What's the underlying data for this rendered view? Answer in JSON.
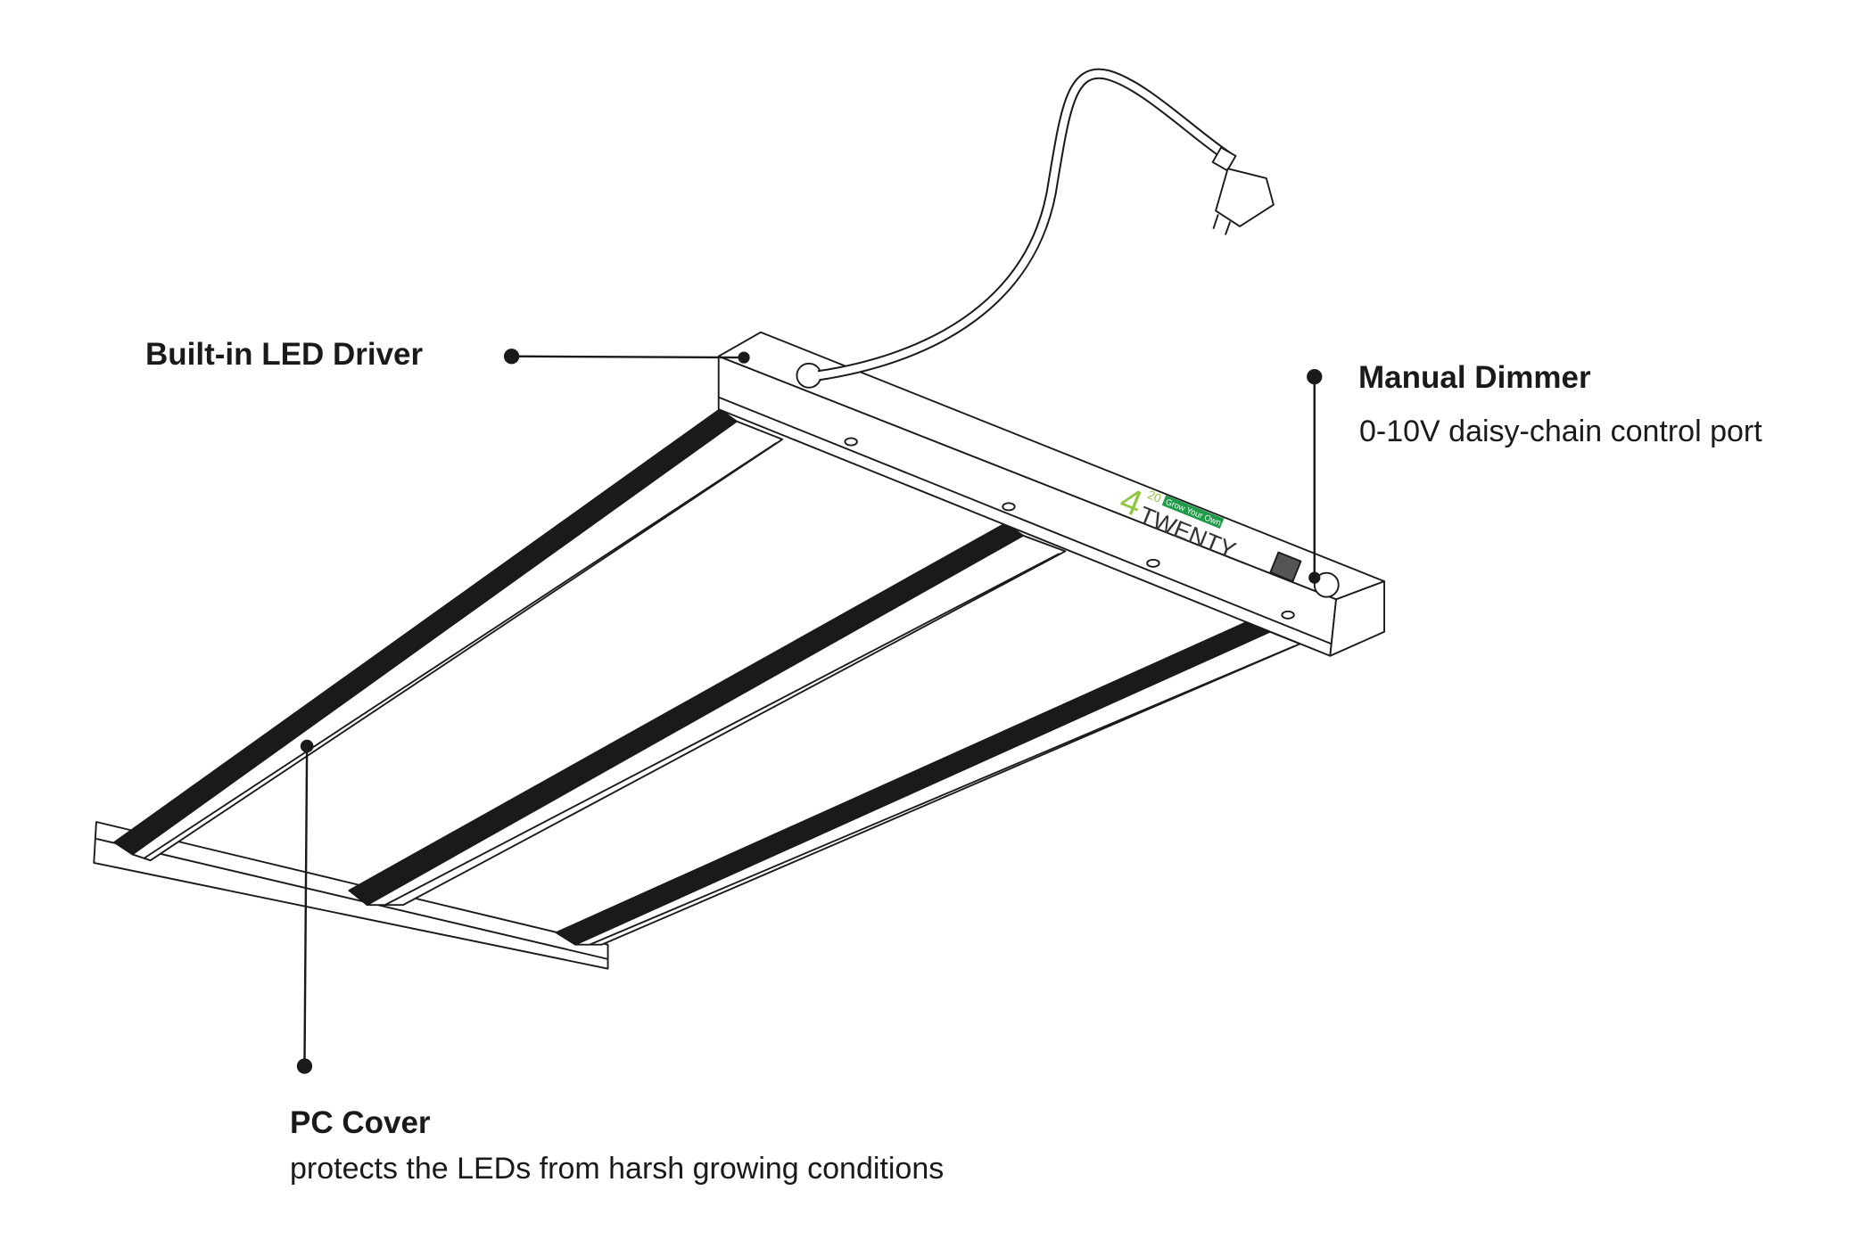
{
  "callouts": {
    "driver": {
      "title": "Built-in LED Driver"
    },
    "dimmer": {
      "title": "Manual Dimmer",
      "description": "0-10V daisy-chain control port"
    },
    "cover": {
      "title": "PC Cover",
      "description": "protects the LEDs from harsh growing conditions"
    }
  },
  "logo": {
    "number": "4",
    "superscript": "20",
    "tagline": "Grow Your Own Way",
    "wordmark": "TWENTY"
  },
  "colors": {
    "logo_green": "#8dc63f",
    "tagline_bg": "#1f9a48",
    "line": "#1a1a1a"
  }
}
